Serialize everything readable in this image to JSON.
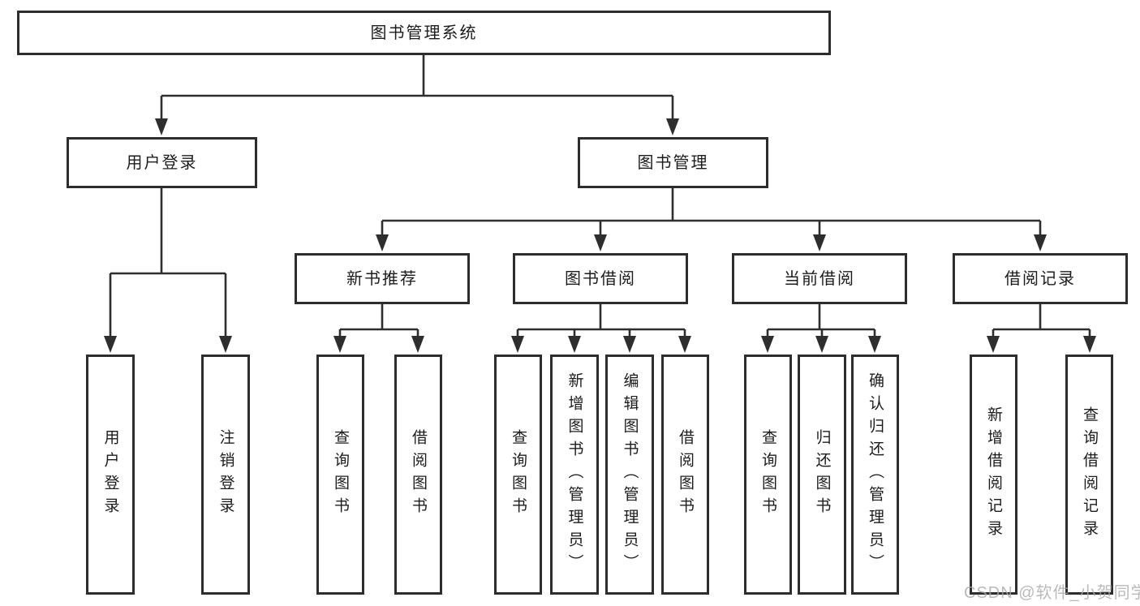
{
  "tree": {
    "root": {
      "label": "图书管理系统"
    },
    "branches": [
      {
        "label": "用户登录",
        "children": [
          {
            "label": "用户登录"
          },
          {
            "label": "注销登录"
          }
        ]
      },
      {
        "label": "图书管理",
        "children": [
          {
            "label": "新书推荐",
            "children": [
              {
                "label": "查询图书"
              },
              {
                "label": "借阅图书"
              }
            ]
          },
          {
            "label": "图书借阅",
            "children": [
              {
                "label": "查询图书"
              },
              {
                "label": "新增图书（管理员）"
              },
              {
                "label": "编辑图书（管理员）"
              },
              {
                "label": "借阅图书"
              }
            ]
          },
          {
            "label": "当前借阅",
            "children": [
              {
                "label": "查询图书"
              },
              {
                "label": "归还图书"
              },
              {
                "label": "确认归还（管理员）"
              }
            ]
          },
          {
            "label": "借阅记录",
            "children": [
              {
                "label": "新增借阅记录"
              },
              {
                "label": "查询借阅记录"
              }
            ]
          }
        ]
      }
    ]
  },
  "watermark": {
    "text": "CSDN @软件_小贺同学"
  },
  "colors": {
    "line": "#2e2e2e",
    "border": "#2d2d2d",
    "text": "#1c1c1c",
    "watermark": "#a9a9a9",
    "background": "#ffffff"
  }
}
